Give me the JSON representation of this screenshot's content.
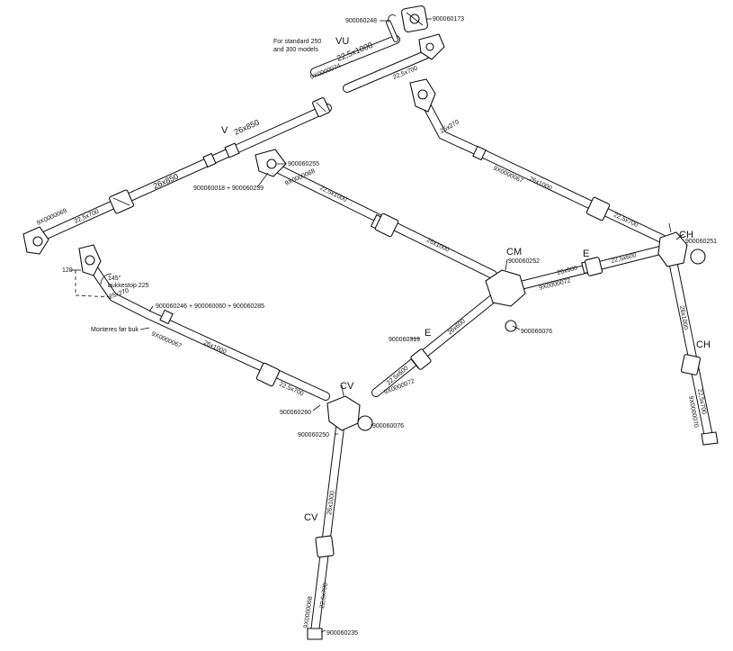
{
  "letters": {
    "vu": "VU",
    "v": "V",
    "cm": "CM",
    "e_upper": "E",
    "e_lower": "E",
    "ch_top": "CH",
    "ch_side": "CH",
    "cv_top": "CV",
    "cv_side": "CV"
  },
  "part_numbers": {
    "p900060248": "900060248",
    "p900060173": "900060173",
    "p9x0000074": "9X0000074",
    "p900060255": "900060255",
    "p900060018_239": "900060018 + 900060239",
    "p9x0000068": "9X0000068",
    "p9x0000067_right": "9X0000067",
    "p900060251": "900060251",
    "p900060252": "900060252",
    "p9x0000072_upper": "9X0000072",
    "p900060076_center": "900060076",
    "p900060319": "900060319",
    "p9x0000072_lower": "9X0000072",
    "p900060246_combo": "900060246 + 900060060 + 900060285",
    "p9x0000067_left": "9X0000067",
    "p900060260": "900060260",
    "p900060250": "900060250",
    "p900060076_cv": "900060076",
    "p900060235": "900060235",
    "p9x0000069_left": "9X0000069",
    "p9x0000070_ch": "9X0000070",
    "p9x0000068_cv": "9X0000068"
  },
  "dimensions": {
    "vu_main": "22,5x1000",
    "vu_lower": "22,5x700",
    "v_upper": "26x850",
    "v_lower": "26x850",
    "v_end": "22,5x700",
    "top_middle": "22,5x1000",
    "middle_lower": "26x1000",
    "right_bend": "25x270",
    "right_long": "26x1000",
    "right_end": "22,5x700",
    "e_upper_a": "26x600",
    "e_upper_b": "22,5x600",
    "e_lower_a": "26x600",
    "e_lower_b": "22,5x600",
    "left_bend": "25x270",
    "left_long": "26x1000",
    "left_end": "22,5x700",
    "ch_upper": "26x1000",
    "ch_lower": "22,5x700",
    "cv_upper": "26x1000",
    "cv_lower": "22,5x700"
  },
  "notes": {
    "standard_models_line1": "For standard 250",
    "standard_models_line2": "and 300 models",
    "angle": "145°",
    "bukkestop": "bukkestop 225",
    "height": "120",
    "monteres": "Monteres før buk"
  }
}
